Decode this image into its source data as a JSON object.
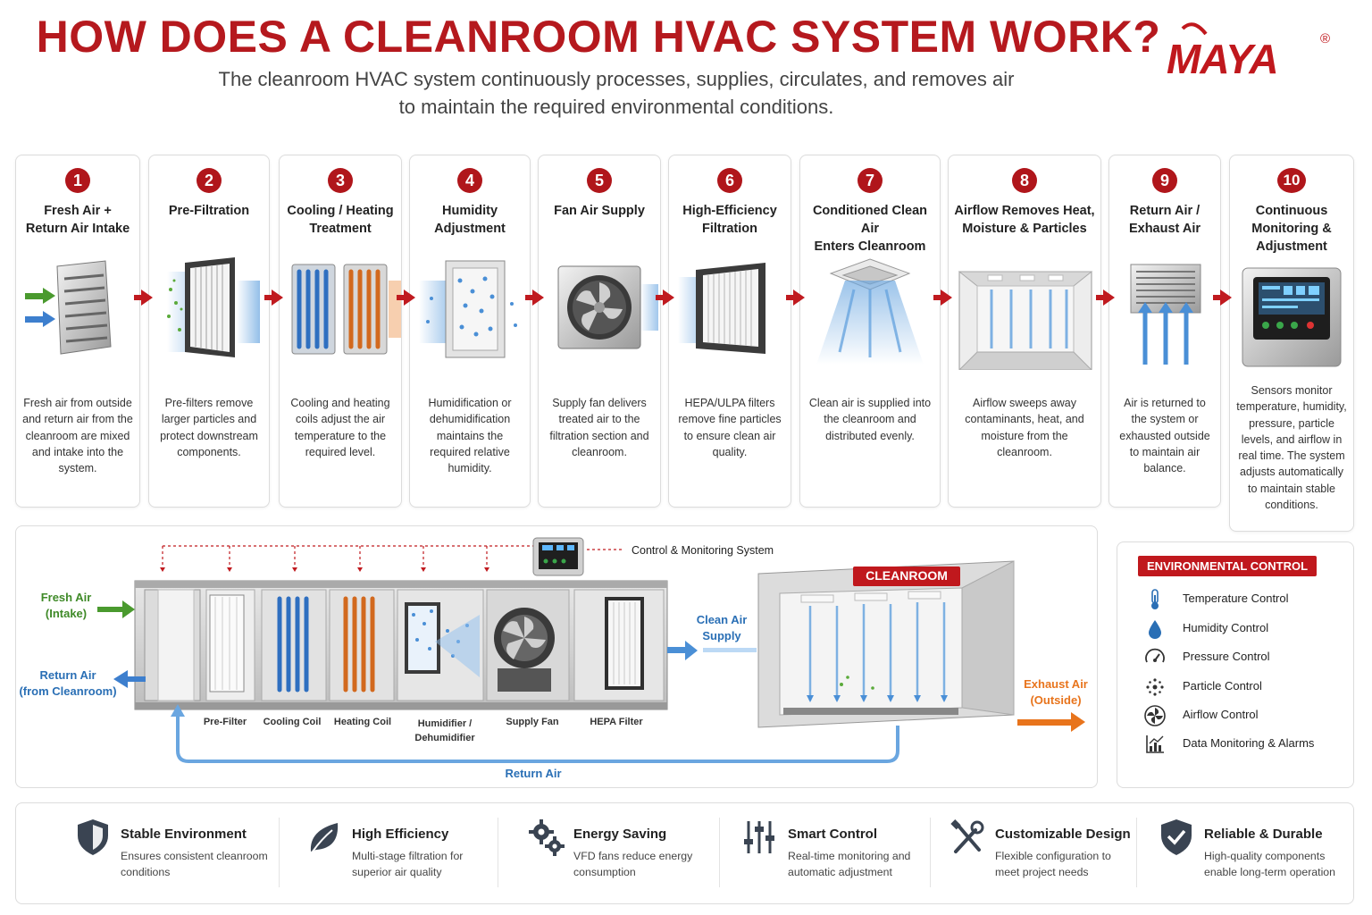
{
  "title": "HOW DOES A CLEANROOM HVAC SYSTEM WORK?",
  "subtitle_line1": "The cleanroom HVAC system continuously processes, supplies, circulates, and removes air",
  "subtitle_line2": "to maintain the required environmental conditions.",
  "brand": {
    "name": "MAYA",
    "reg": "®",
    "color": "#c0181d"
  },
  "accent": "#b0161b",
  "steps": [
    {
      "num": "1",
      "title_l1": "Fresh Air +",
      "title_l2": "Return Air Intake",
      "title_l3": "",
      "desc": "Fresh air from outside and return air from the cleanroom are mixed and intake into the system."
    },
    {
      "num": "2",
      "title_l1": "Pre-Filtration",
      "title_l2": "",
      "title_l3": "",
      "desc": "Pre-filters remove larger particles and protect downstream components."
    },
    {
      "num": "3",
      "title_l1": "Cooling / Heating",
      "title_l2": "Treatment",
      "title_l3": "",
      "desc": "Cooling and heating coils adjust the air temperature to the required level."
    },
    {
      "num": "4",
      "title_l1": "Humidity",
      "title_l2": "Adjustment",
      "title_l3": "",
      "desc": "Humidification or dehumidification maintains the required relative humidity."
    },
    {
      "num": "5",
      "title_l1": "Fan Air Supply",
      "title_l2": "",
      "title_l3": "",
      "desc": "Supply fan delivers treated air to the filtration section and cleanroom."
    },
    {
      "num": "6",
      "title_l1": "High-Efficiency",
      "title_l2": "Filtration",
      "title_l3": "",
      "desc": "HEPA/ULPA filters remove fine particles to ensure clean air quality."
    },
    {
      "num": "7",
      "title_l1": "Conditioned Clean Air",
      "title_l2": "Enters Cleanroom",
      "title_l3": "",
      "desc": "Clean air is supplied into the cleanroom and distributed evenly."
    },
    {
      "num": "8",
      "title_l1": "Airflow Removes Heat,",
      "title_l2": "Moisture & Particles",
      "title_l3": "",
      "desc": "Airflow sweeps away contaminants, heat, and moisture from the cleanroom."
    },
    {
      "num": "9",
      "title_l1": "Return Air /",
      "title_l2": "Exhaust Air",
      "title_l3": "",
      "desc": "Air is returned to the system or exhausted outside to maintain air balance."
    },
    {
      "num": "10",
      "title_l1": "Continuous",
      "title_l2": "Monitoring &",
      "title_l3": "Adjustment",
      "desc": "Sensors monitor temperature, humidity, pressure, particle levels, and airflow in real time. The system adjusts automatically to maintain stable conditions."
    }
  ],
  "diagram": {
    "control_label": "Control & Monitoring System",
    "fresh_air_l1": "Fresh Air",
    "fresh_air_l2": "(Intake)",
    "return_air_l1": "Return Air",
    "return_air_l2": "(from Cleanroom)",
    "components": [
      "Pre-Filter",
      "Cooling Coil",
      "Heating Coil",
      "Humidifier /",
      "Supply Fan",
      "HEPA Filter"
    ],
    "humidifier_l2": "Dehumidifier",
    "clean_supply_l1": "Clean Air",
    "clean_supply_l2": "Supply",
    "cleanroom_label": "CLEANROOM",
    "exhaust_l1": "Exhaust Air",
    "exhaust_l2": "(Outside)",
    "return_air_bottom": "Return Air"
  },
  "env_control": {
    "heading": "ENVIRONMENTAL CONTROL",
    "items": [
      "Temperature Control",
      "Humidity Control",
      "Pressure Control",
      "Particle Control",
      "Airflow Control",
      "Data Monitoring & Alarms"
    ],
    "icons": [
      "thermometer-icon",
      "water-drop-icon",
      "gauge-icon",
      "particle-icon",
      "fan-icon",
      "chart-icon"
    ]
  },
  "benefits": [
    {
      "icon": "shield-icon",
      "title": "Stable Environment",
      "desc_l1": "Ensures consistent cleanroom",
      "desc_l2": "conditions"
    },
    {
      "icon": "leaf-icon",
      "title": "High Efficiency",
      "desc_l1": "Multi-stage filtration for",
      "desc_l2": "superior air quality"
    },
    {
      "icon": "gears-icon",
      "title": "Energy Saving",
      "desc_l1": "VFD fans reduce energy",
      "desc_l2": "consumption"
    },
    {
      "icon": "sliders-icon",
      "title": "Smart Control",
      "desc_l1": "Real-time monitoring and",
      "desc_l2": "automatic adjustment"
    },
    {
      "icon": "tools-icon",
      "title": "Customizable Design",
      "desc_l1": "Flexible configuration to",
      "desc_l2": "meet project needs"
    },
    {
      "icon": "shield-check-icon",
      "title": "Reliable & Durable",
      "desc_l1": "High-quality components",
      "desc_l2": "enable long-term operation"
    }
  ]
}
